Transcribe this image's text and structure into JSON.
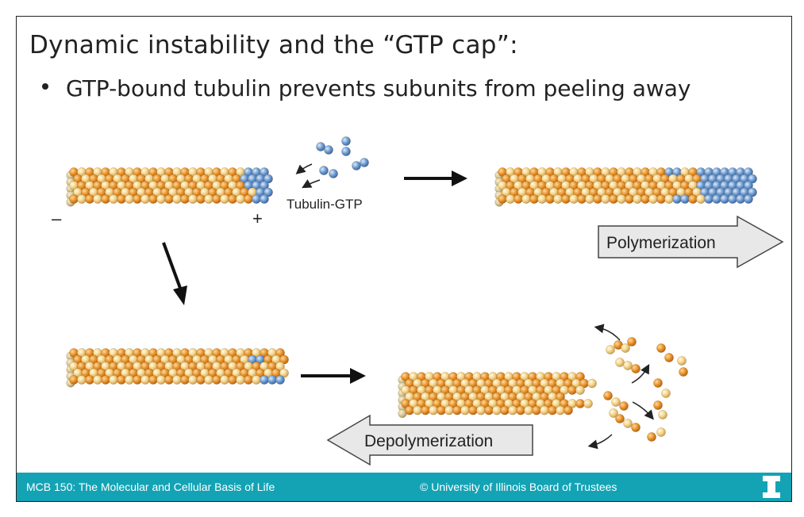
{
  "slide": {
    "title": "Dynamic instability and the “GTP cap”:",
    "bullet": "GTP-bound tubulin prevents subunits from peeling away"
  },
  "diagram": {
    "tubulin_label": "Tubulin-GTP",
    "minus_label": "–",
    "plus_label": "+",
    "polymerization_label": "Polymerization",
    "depolymerization_label": "Depolymerization"
  },
  "footer": {
    "course": "MCB 150: The Molecular and Cellular Basis of Life",
    "copyright": "© University of Illinois Board of Trustees",
    "logo_icon": "block-i-logo-icon"
  },
  "colors": {
    "gdp_tubulin_dark": "#e8912a",
    "gdp_tubulin_light": "#f6d48a",
    "gtp_tubulin": "#6f9fd6",
    "footer_bar": "#13a3b5"
  }
}
